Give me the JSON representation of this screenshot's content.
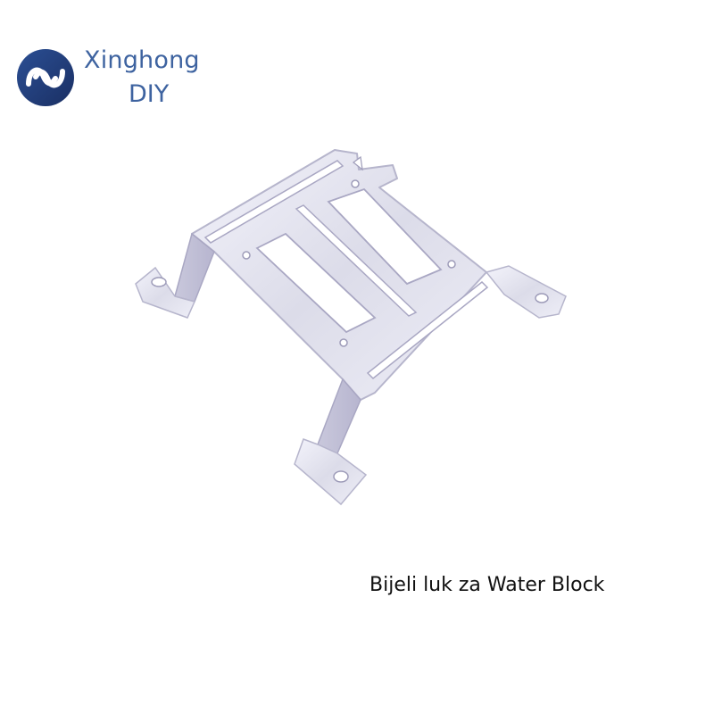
{
  "brand": {
    "logo_icon": "xinghong-logo-icon",
    "name": "Xinghong",
    "sub": "DIY",
    "color": "#3e63a0"
  },
  "product": {
    "icon": "mounting-bracket-icon",
    "caption": "Bijeli luk za Water Block"
  }
}
